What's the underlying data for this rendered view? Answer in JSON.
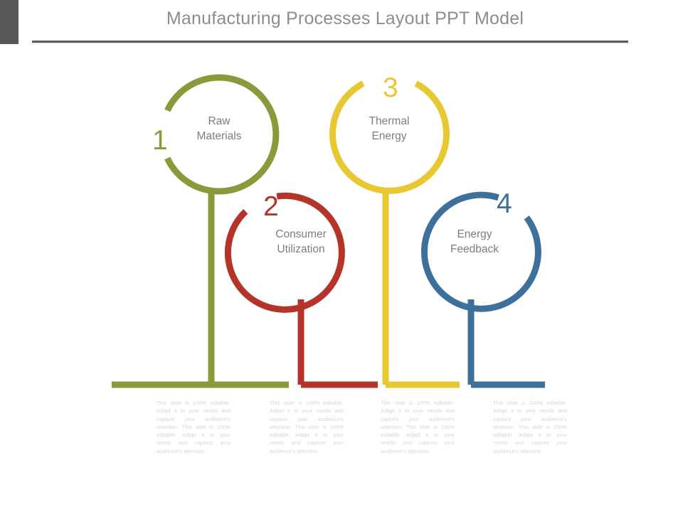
{
  "slide": {
    "title": "Manufacturing Processes Layout PPT Model",
    "background": "#ffffff"
  },
  "colors": {
    "green": "#8a9a3a",
    "red": "#b5342a",
    "yellow": "#e8c832",
    "blue": "#3d719c",
    "title_text": "#8d8d8d",
    "node_text": "#7d7d7d",
    "body_text": "#d6d6d6",
    "header_bar": "#575757",
    "header_rule": "#5b5b5b"
  },
  "nodes": [
    {
      "number": "1",
      "label": "Raw\nMaterials",
      "color": "#8a9a3a",
      "name": "raw-materials"
    },
    {
      "number": "2",
      "label": "Consumer\nUtilization",
      "color": "#b5342a",
      "name": "consumer-utilization"
    },
    {
      "number": "3",
      "label": "Thermal\nEnergy",
      "color": "#e8c832",
      "name": "thermal-energy"
    },
    {
      "number": "4",
      "label": "Energy\nFeedback",
      "color": "#3d719c",
      "name": "energy-feedback"
    }
  ],
  "descriptions": [
    {
      "text": "This slide is 100% editable. Adapt it to your needs and capture your audience's attention. This slide is 100% editable. Adapt it to your needs and capture your audience's attention."
    },
    {
      "text": "This slide is 100% editable. Adapt it to your needs and capture your audience's attention. This slide is 100% editable. Adapt it to your needs and capture your audience's attention."
    },
    {
      "text": "This slide is 100% editable. Adapt it to your needs and capture your audience's attention. This slide is 100% editable. Adapt it to your needs and capture your audience's attention."
    },
    {
      "text": "This slide is 100% editable. Adapt it to your needs and capture your audience's attention. This slide is 100% editable. Adapt it to your needs and capture your audience's attention."
    }
  ]
}
